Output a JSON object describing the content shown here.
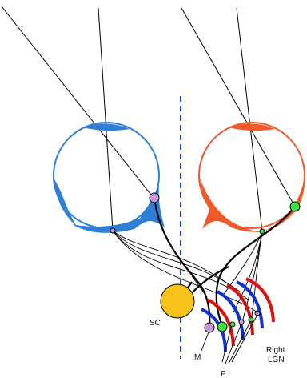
{
  "labels": {
    "sc": "SC",
    "m": "M",
    "p": "P",
    "lgn_line1": "Right",
    "lgn_line2": "LGN"
  },
  "colors": {
    "left_eye": "#2f7fd6",
    "right_eye": "#f05a2a",
    "midline": "#1f3fd0",
    "sc": "#f7c21a",
    "lgn_blue": "#1030d0",
    "lgn_red": "#e01010",
    "cell_purple": "#c89ad8",
    "cell_green": "#3fe03f",
    "fiber": "#000000"
  }
}
